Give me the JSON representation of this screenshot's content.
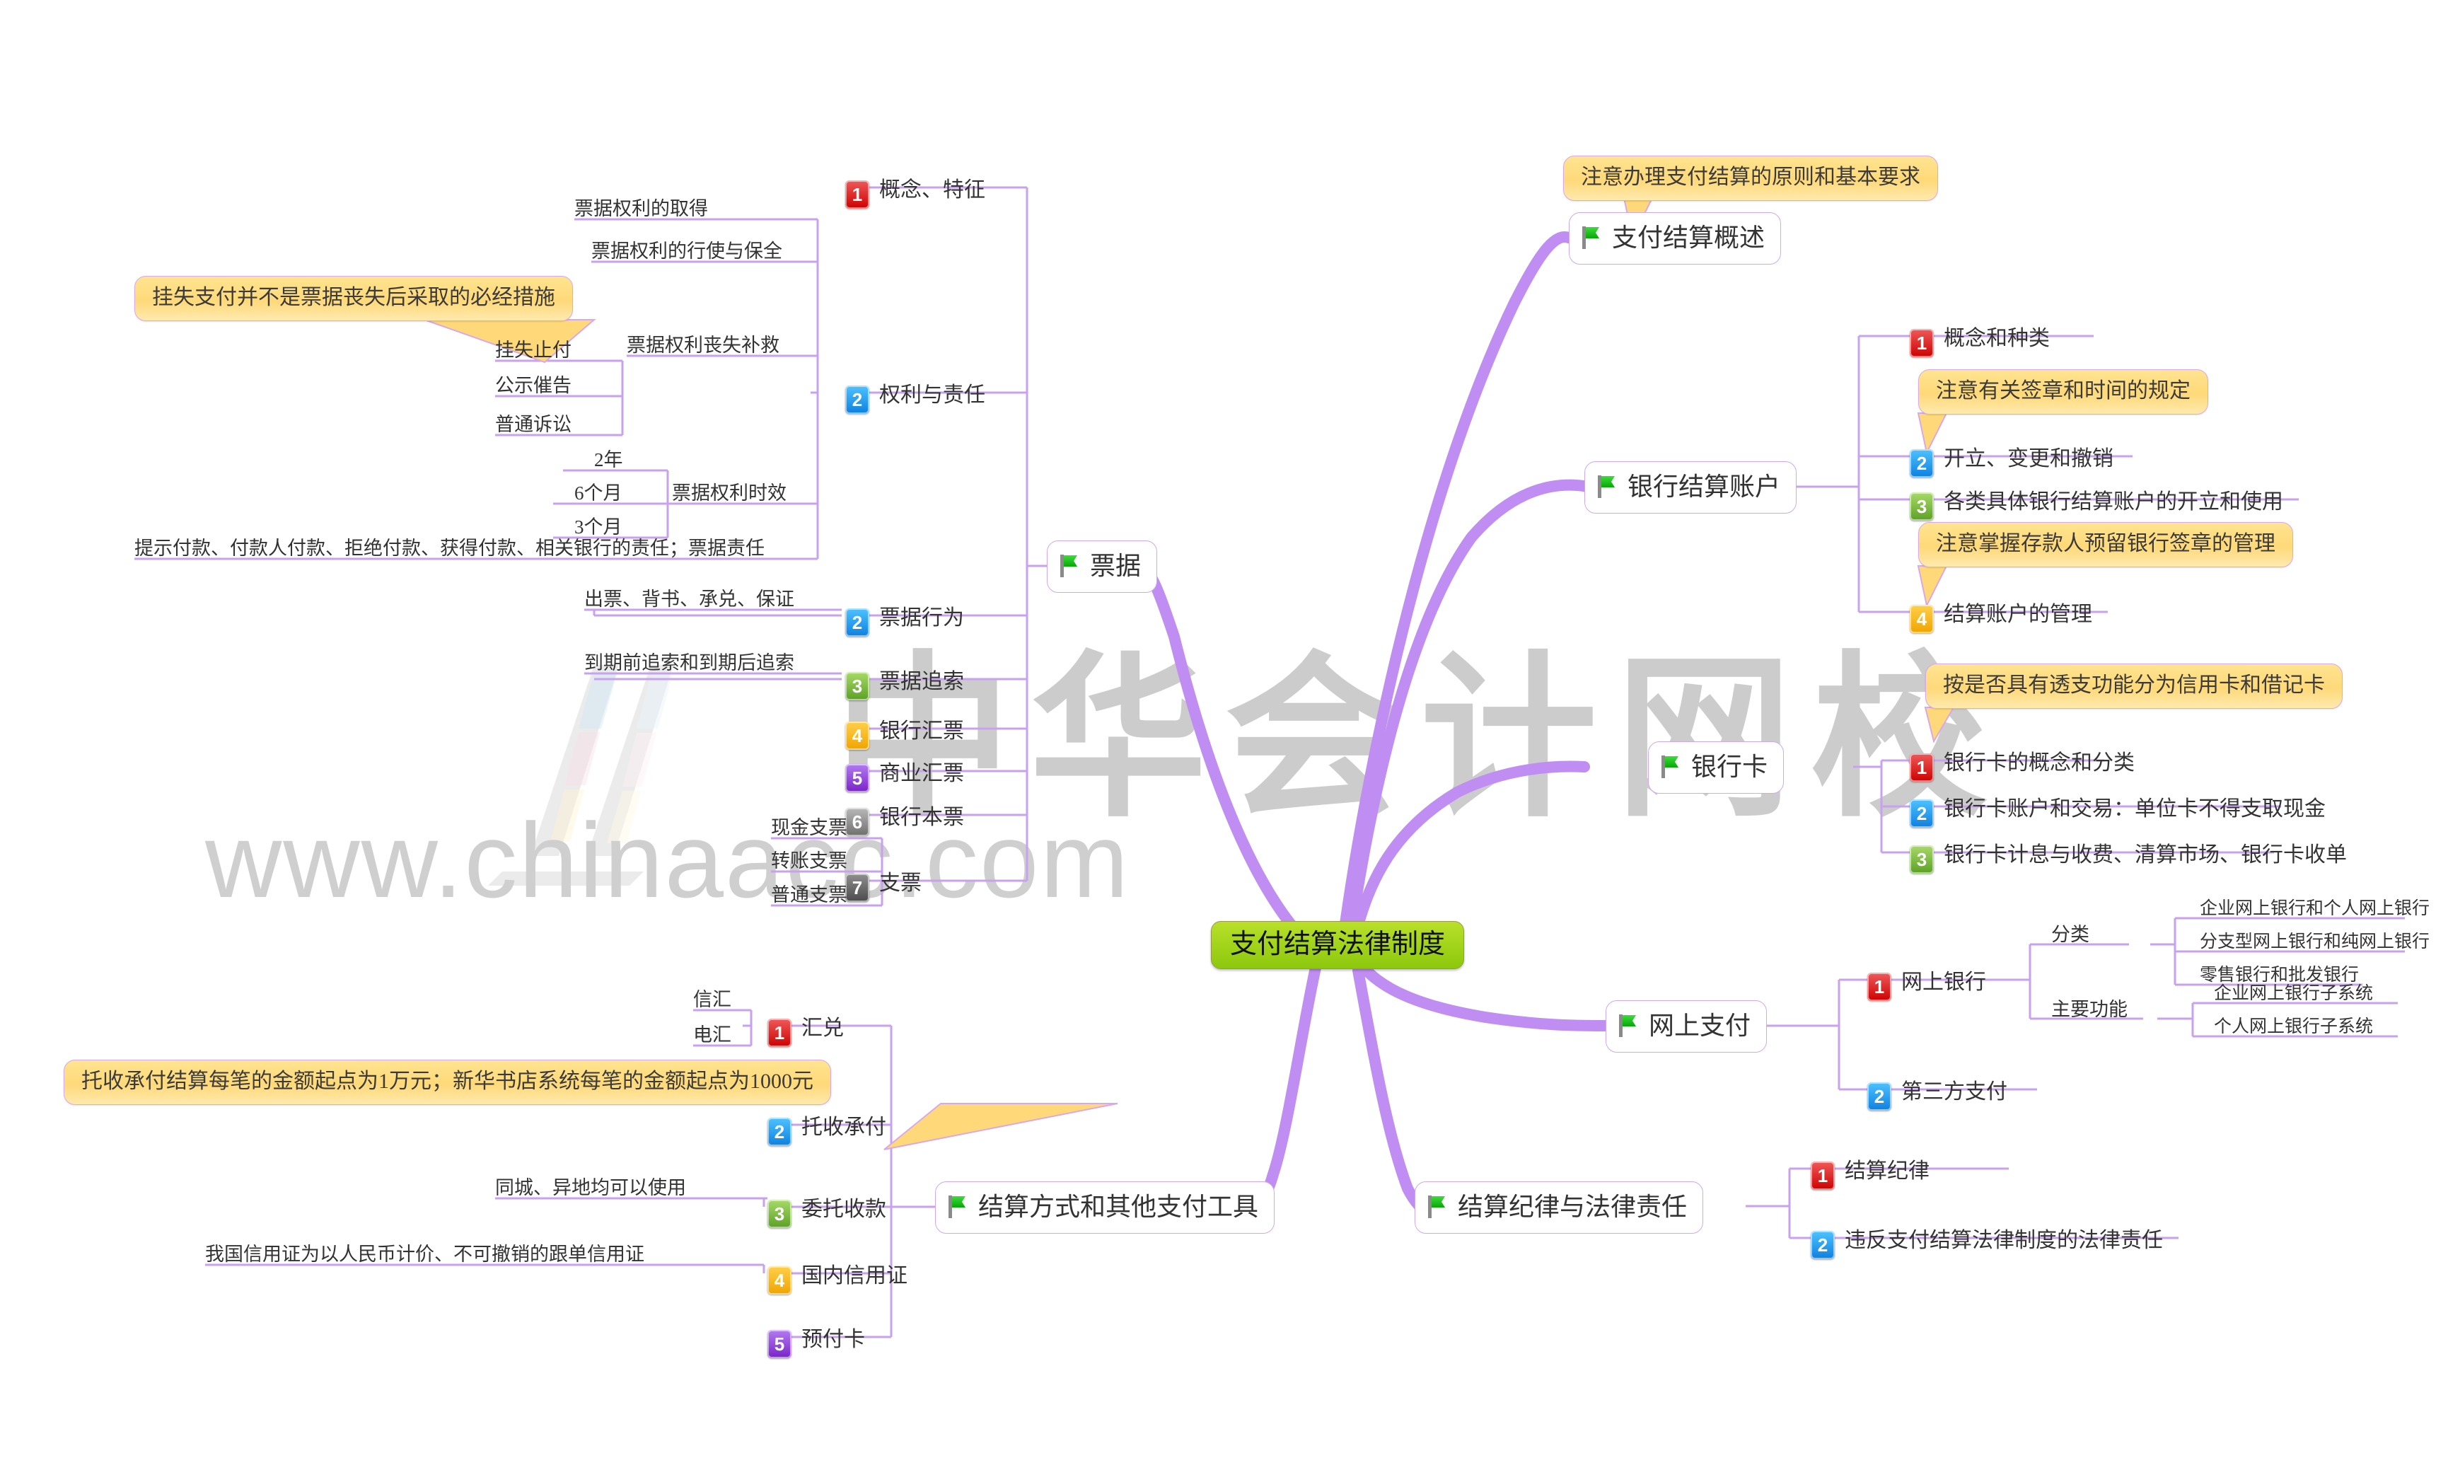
{
  "root": {
    "label": "支付结算法律制度",
    "color": "#8cc80d"
  },
  "watermark": {
    "cn": "中华会计网校",
    "url": "www.chinaacc.com"
  },
  "accent": {
    "branch": "#c49bee",
    "callout": "#ffd979",
    "flag": "#22bb22"
  },
  "branches": [
    {
      "id": "piaoju",
      "label": "票据",
      "children": [
        {
          "num": "1",
          "label": "概念、特征"
        },
        {
          "num": "2",
          "label": "权利与责任",
          "children": [
            {
              "label": "票据权利的取得"
            },
            {
              "label": "票据权利的行使与保全"
            },
            {
              "label": "票据权利丧失补救",
              "children": [
                {
                  "label": "挂失止付"
                },
                {
                  "label": "公示催告"
                },
                {
                  "label": "普通诉讼"
                }
              ]
            },
            {
              "label": "票据权利时效",
              "children": [
                {
                  "label": "2年"
                },
                {
                  "label": "6个月"
                },
                {
                  "label": "3个月"
                }
              ]
            },
            {
              "label": "提示付款、付款人付款、拒绝付款、获得付款、相关银行的责任；票据责任"
            }
          ]
        },
        {
          "num": "2",
          "label": "票据行为",
          "children": [
            {
              "label": "出票、背书、承兑、保证"
            }
          ]
        },
        {
          "num": "3",
          "label": "票据追索",
          "children": [
            {
              "label": "到期前追索和到期后追索"
            }
          ]
        },
        {
          "num": "4",
          "label": "银行汇票"
        },
        {
          "num": "5",
          "label": "商业汇票"
        },
        {
          "num": "6",
          "label": "银行本票"
        },
        {
          "num": "7",
          "label": "支票",
          "children": [
            {
              "label": "现金支票"
            },
            {
              "label": "转账支票"
            },
            {
              "label": "普通支票"
            }
          ]
        }
      ]
    },
    {
      "id": "gaishu",
      "label": "支付结算概述",
      "callout": "注意办理支付结算的原则和基本要求"
    },
    {
      "id": "zhanghu",
      "label": "银行结算账户",
      "children": [
        {
          "num": "1",
          "label": "概念和种类"
        },
        {
          "num": "2",
          "label": "开立、变更和撤销"
        },
        {
          "num": "3",
          "label": "各类具体银行结算账户的开立和使用"
        },
        {
          "num": "4",
          "label": "结算账户的管理"
        }
      ],
      "callouts": [
        "注意有关签章和时间的规定",
        "注意掌握存款人预留银行签章的管理"
      ]
    },
    {
      "id": "yinhangka",
      "label": "银行卡",
      "callout": "按是否具有透支功能分为信用卡和借记卡",
      "children": [
        {
          "num": "1",
          "label": "银行卡的概念和分类"
        },
        {
          "num": "2",
          "label": "银行卡账户和交易：单位卡不得支取现金"
        },
        {
          "num": "3",
          "label": "银行卡计息与收费、清算市场、银行卡收单"
        }
      ]
    },
    {
      "id": "wangshang",
      "label": "网上支付",
      "children": [
        {
          "num": "1",
          "label": "网上银行",
          "children": [
            {
              "label": "分类",
              "children": [
                {
                  "label": "企业网上银行和个人网上银行"
                },
                {
                  "label": "分支型网上银行和纯网上银行"
                },
                {
                  "label": "零售银行和批发银行"
                }
              ]
            },
            {
              "label": "主要功能",
              "children": [
                {
                  "label": "企业网上银行子系统"
                },
                {
                  "label": "个人网上银行子系统"
                }
              ]
            }
          ]
        },
        {
          "num": "2",
          "label": "第三方支付"
        }
      ]
    },
    {
      "id": "jilv",
      "label": "结算纪律与法律责任",
      "children": [
        {
          "num": "1",
          "label": "结算纪律"
        },
        {
          "num": "2",
          "label": "违反支付结算法律制度的法律责任"
        }
      ]
    },
    {
      "id": "jiesuan",
      "label": "结算方式和其他支付工具",
      "children": [
        {
          "num": "1",
          "label": "汇兑",
          "children": [
            {
              "label": "信汇"
            },
            {
              "label": "电汇"
            }
          ]
        },
        {
          "num": "2",
          "label": "托收承付"
        },
        {
          "num": "3",
          "label": "委托收款",
          "children": [
            {
              "label": "同城、异地均可以使用"
            }
          ]
        },
        {
          "num": "4",
          "label": "国内信用证",
          "children": [
            {
              "label": "我国信用证为以人民币计价、不可撤销的跟单信用证"
            }
          ]
        },
        {
          "num": "5",
          "label": "预付卡"
        }
      ],
      "callout": "托收承付结算每笔的金额起点为1万元；新华书店系统每笔的金额起点为1000元"
    }
  ],
  "callouts": {
    "guashi": "挂失支付并不是票据丧失后采取的必经措施"
  }
}
